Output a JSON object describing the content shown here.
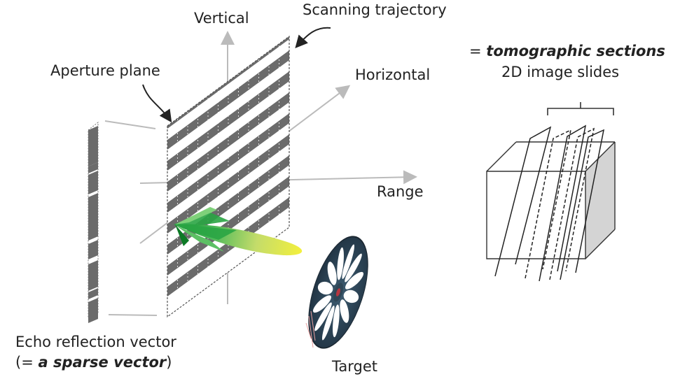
{
  "labels": {
    "vertical": "Vertical",
    "horizontal": "Horizontal",
    "range": "Range",
    "scanning_trajectory": "Scanning trajectory",
    "aperture_plane": "Aperture plane",
    "echo_line1": "Echo reflection vector",
    "echo_line2_prefix": "(= ",
    "echo_line2_bold": "a sparse vector",
    "echo_line2_suffix": ")",
    "target": "Target",
    "tomo_prefix": "= ",
    "tomo_bold": "tomographic sections",
    "slides": "2D image slides"
  },
  "colors": {
    "stripe_dark": "#6b6b6b",
    "axis": "#bbbbbb",
    "beam_tip": "#1e9e3a",
    "beam_tail": "#e8e64a",
    "target_disk": "#2f4656",
    "cube_side": "#d4d4d4"
  }
}
